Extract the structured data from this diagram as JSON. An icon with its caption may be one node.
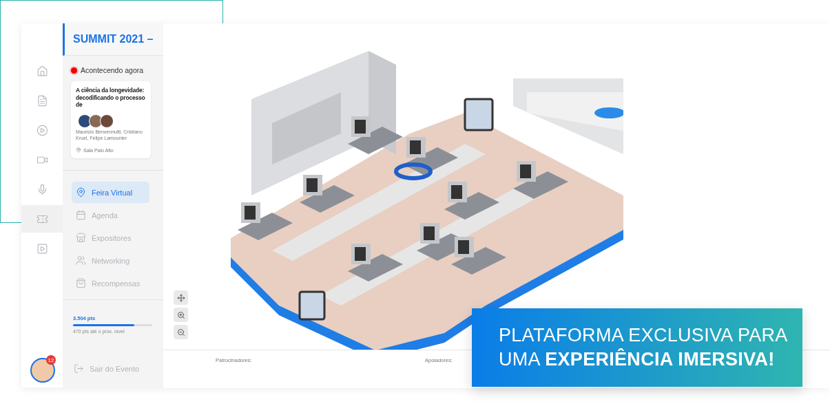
{
  "diagram": {
    "labels": [
      "SUMMIT 2021 –",
      "Acontecendo agora",
      "A ciência da longevidade: decodificando o processo de",
      "Mauricio Benvennutti, Cristiano Kruel, Felipe Lamounier",
      "Sala Palo Alto",
      "Feira Virtual",
      "Agenda",
      "Expositores",
      "Networking",
      "Recompensas",
      "3.504 pts",
      "470 pts até o próx. nível",
      "Sair do Evento",
      "12",
      "Patrocinadores:",
      "Apoiadores:",
      "PLATAFORMA EXCLUSIVA PARA UMA **EXPERIÊNCIA IMERSIVA!**"
    ]
  }
}
